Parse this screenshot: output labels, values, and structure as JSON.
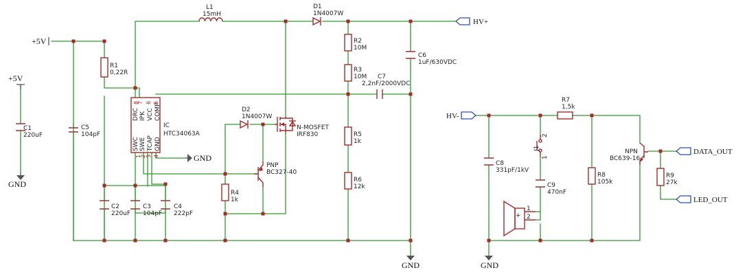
{
  "nets": {
    "p5v_left": "+5V",
    "p5v_top": "+5V",
    "gnd_c1": "GND",
    "gnd_ic": "GND",
    "gnd_main": "GND",
    "gnd_right": "GND",
    "hv_plus": "HV+",
    "hv_minus": "HV-",
    "data_out": "DATA_OUT",
    "led_out": "LED_OUT"
  },
  "components": {
    "L1": {
      "name": "L1",
      "value": "15mH"
    },
    "D1": {
      "name": "D1",
      "value": "1N4007W"
    },
    "D2": {
      "name": "D2",
      "value": "1N4007W"
    },
    "R1": {
      "name": "R1",
      "value": "0,22R"
    },
    "R2": {
      "name": "R2",
      "value": "10M"
    },
    "R3": {
      "name": "R3",
      "value": "10M"
    },
    "R4": {
      "name": "R4",
      "value": "1k"
    },
    "R5": {
      "name": "R5",
      "value": "1k"
    },
    "R6": {
      "name": "R6",
      "value": "12k"
    },
    "R7": {
      "name": "R7",
      "value": "1,5k"
    },
    "R8": {
      "name": "R8",
      "value": "105k"
    },
    "R9": {
      "name": "R9",
      "value": "27k"
    },
    "C1": {
      "name": "C1",
      "value": "220uF"
    },
    "C2": {
      "name": "C2",
      "value": "220uF"
    },
    "C3": {
      "name": "C3",
      "value": "104pF"
    },
    "C4": {
      "name": "C4",
      "value": "222pF"
    },
    "C5": {
      "name": "C5",
      "value": "104pF"
    },
    "C6": {
      "name": "C6",
      "value": "1uF/630VDC"
    },
    "C7": {
      "name": "C7",
      "value": "2,2nF/2000VDC"
    },
    "C8": {
      "name": "C8",
      "value": "331pF/1kV"
    },
    "C9": {
      "name": "C9",
      "value": "470nF"
    },
    "IC": {
      "name": "IC",
      "value": "HTC34063A"
    },
    "Q_PNP": {
      "name": "PNP",
      "value": "BC327-40"
    },
    "Q_NMOS": {
      "name": "N-MOSFET",
      "value": "IRF830"
    },
    "Q_NPN": {
      "name": "NPN",
      "value": "BC639-16"
    },
    "J1": {
      "name": "J1"
    }
  },
  "ic_pins": {
    "left": [
      "DRC",
      "IPK",
      "VCC",
      "COMP"
    ],
    "left_nums": [
      "8",
      "7",
      "6",
      "5"
    ],
    "bottom": [
      "SWC",
      "SWE",
      "TCAP",
      "GND"
    ],
    "bottom_nums": [
      "1",
      "2",
      "3",
      "4"
    ]
  },
  "pin_numbers": {
    "j1_top": "2",
    "j1_bottom": "1",
    "spk_1": "1",
    "spk_2": "2"
  },
  "colors": {
    "wire": "#2e9a2e",
    "part": "#a52a2a",
    "port": "#2b4bbf",
    "ground": "#555555"
  }
}
